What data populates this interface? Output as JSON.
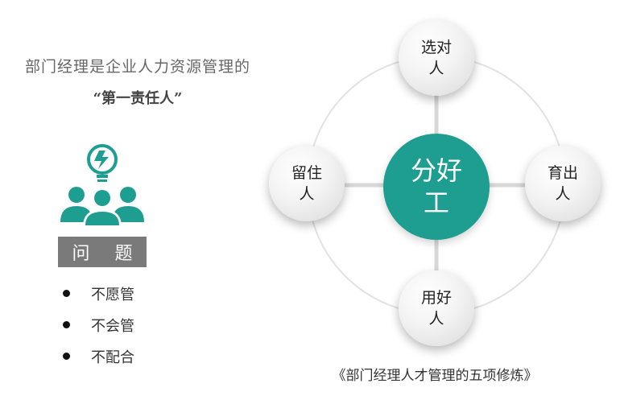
{
  "left_panel": {
    "headline": "部门经理是企业人力资源管理的",
    "subline": "“第一责任人”",
    "issue_label": "问 题",
    "bullets": [
      "不愿管",
      "不会管",
      "不配合"
    ]
  },
  "diagram": {
    "center": "分好工",
    "top": "选对人",
    "right": "育出人",
    "bottom": "用好人",
    "left": "留住人"
  },
  "caption": "《部门经理人才管理的五项修炼》",
  "colors": {
    "accent": "#1e9e90",
    "issue_box": "#7a7a7a"
  }
}
